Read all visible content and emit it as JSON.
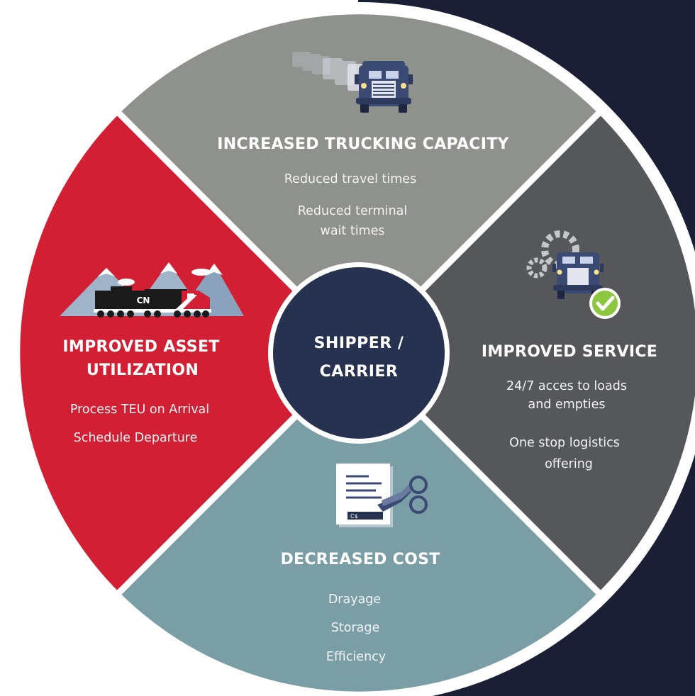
{
  "center": {
    "line1": "SHIPPER /",
    "line2": "CARRIER"
  },
  "segments": {
    "top": {
      "title": "INCREASED TRUCKING CAPACITY",
      "items": [
        "Reduced travel times",
        "Reduced terminal",
        "wait times"
      ],
      "icon": "truck-convoy-icon"
    },
    "right": {
      "title": "IMPROVED SERVICE",
      "items": [
        "24/7 acces to loads",
        "and empties",
        "One stop logistics",
        "offering"
      ],
      "icon": "truck-gears-check-icon"
    },
    "bottom": {
      "title": "DECREASED COST",
      "items": [
        "Drayage",
        "Storage",
        "Efficiency"
      ],
      "icon": "invoice-scissors-icon",
      "icon_text": "C$"
    },
    "left": {
      "title_line1": "IMPROVED ASSET",
      "title_line2": "UTILIZATION",
      "items": [
        "Process TEU on Arrival",
        "Schedule Departure"
      ],
      "icon": "train-mountains-icon",
      "icon_text": "CN"
    }
  },
  "colors": {
    "top": "#8f918c",
    "right": "#56575b",
    "bottom": "#7a9ea6",
    "left": "#d21f33",
    "center": "#26324f",
    "background_dark": "#1b1f36"
  }
}
